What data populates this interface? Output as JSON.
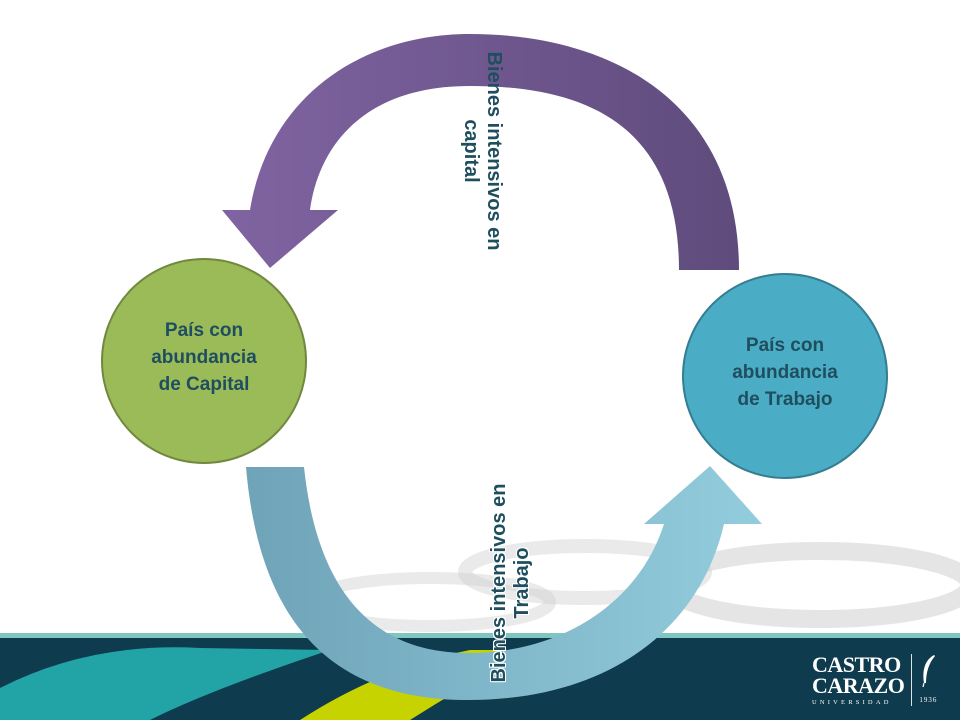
{
  "nodes": {
    "capital": {
      "lines": [
        "País con",
        "abundancia",
        "de Capital"
      ],
      "fill": "#9bbb59",
      "stroke": "#71893f",
      "text_color": "#1f4e5f"
    },
    "trabajo": {
      "lines": [
        "País con",
        "abundancia",
        "de Trabajo"
      ],
      "fill": "#4bacc6",
      "stroke": "#357d91",
      "text_color": "#1f4e5f"
    }
  },
  "arrows": {
    "top": {
      "label_lines": [
        "Bienes intensivos en",
        "capital"
      ],
      "fill_light": "#8064a2",
      "fill_dark": "#5f4b7c",
      "label_color": "#1f4e5f"
    },
    "bottom": {
      "label_lines": [
        "Bienes intensivos en",
        "Trabajo"
      ],
      "fill_dark": "#6fa3b8",
      "fill_light": "#93cddd",
      "label_color": "#1f4e5f",
      "label_outline": "#ffffff"
    }
  },
  "footer": {
    "band_color": "#0f3b4e",
    "stripe_color": "#7fc6c1",
    "teal_color": "#22a3a6",
    "lime_color": "#c7d300",
    "swirl_color": "#d0d0d0"
  },
  "logo": {
    "line1": "CASTRO",
    "line2": "CARAZO",
    "subtitle": "UNIVERSIDAD",
    "year": "1936",
    "text_color": "#ffffff",
    "icon": "quill-pen-icon"
  }
}
